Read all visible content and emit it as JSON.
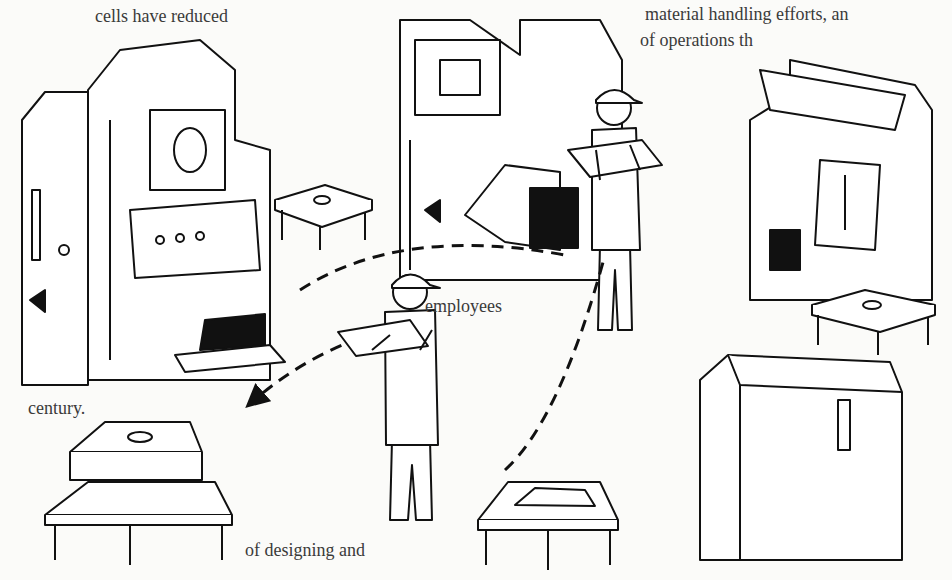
{
  "diagram": {
    "labels": [
      "cells have reduced",
      "material handling efforts, an",
      "of operations th",
      "employees",
      "of designing and",
      "century."
    ]
  }
}
